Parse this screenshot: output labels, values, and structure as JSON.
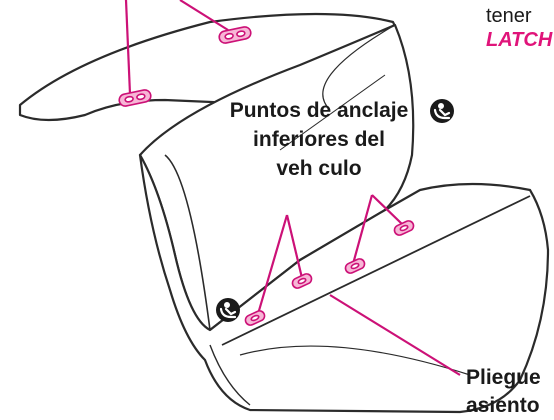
{
  "colors": {
    "outline": "#2b2b2b",
    "anchor_fill": "#f7b6d6",
    "anchor_stroke": "#cc1177",
    "leader": "#cc1177",
    "label_text": "#1a1a1a",
    "latch_text": "#e0147a"
  },
  "top_right": {
    "line1": "tener",
    "line2": "LATCH"
  },
  "anchor_label": {
    "line1": "Puntos de anclaje",
    "line2": "inferiores del",
    "line3": "veh culo"
  },
  "crease_label": {
    "line1": "Pliegue",
    "line2": "asiento"
  },
  "icons": [
    "child-seat-symbol-icon",
    "child-seat-symbol-icon"
  ]
}
